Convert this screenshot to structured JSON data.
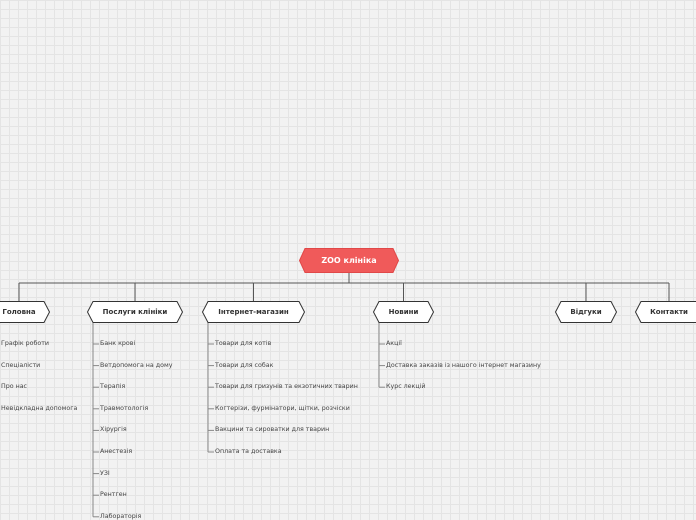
{
  "root": {
    "label": "ZOO клініка",
    "fill": "#f05a5a"
  },
  "colors": {
    "line": "#555555",
    "leaf_line": "#888888",
    "node_border": "#333333",
    "node_fill": "#ffffff"
  },
  "branches": [
    {
      "label": "Головна",
      "children": [
        "Графік роботи",
        "Спеціалісти",
        "Про нас",
        "Невідкладна допомога"
      ]
    },
    {
      "label": "Послуги клініки",
      "children": [
        "Банк крові",
        "Ветдопомога на дому",
        "Терапія",
        "Травмотологія",
        "Хірургія",
        "Анестезія",
        "УЗІ",
        "Рентген",
        "Лабораторія"
      ]
    },
    {
      "label": "Інтернет-магазин",
      "children": [
        "Товари для котів",
        "Товари для собак",
        "Товари для гризунів та екзотичних тварин",
        "Когтерізи, фурмінатори, щітки, розчіски",
        "Вакцини та сироватки для тварин",
        "Оплата та доставка"
      ]
    },
    {
      "label": "Новини",
      "children": [
        "Акції",
        "Доставка заказів із нашого інтернет магазину",
        "Курс лекцій"
      ]
    },
    {
      "label": "Відгуки",
      "children": []
    },
    {
      "label": "Контакти",
      "children": []
    }
  ]
}
